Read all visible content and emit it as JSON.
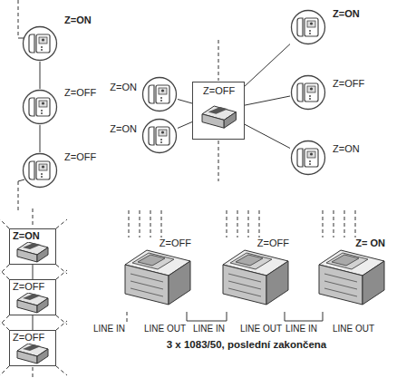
{
  "diagram": {
    "caption": "3 x 1083/50, poslední zakončena",
    "nodes": [
      {
        "text": [
          "Z=ON"
        ]
      },
      {
        "text": [
          "Z=OFF"
        ]
      },
      {
        "text": [
          "Z=OFF"
        ]
      },
      {
        "text": [
          "Z=ON"
        ]
      },
      {
        "text": [
          "Z=OFF"
        ]
      },
      {
        "text": [
          "Z=ON"
        ]
      },
      {
        "text": [
          "Z=ON"
        ]
      },
      {
        "text": [
          "Z=OFF"
        ]
      },
      {
        "text": [
          "Z=ON"
        ]
      },
      {
        "text": [
          "Z=ON"
        ]
      },
      {
        "text": [
          "Z=OFF"
        ]
      },
      {
        "text": [
          "Z=OFF"
        ]
      },
      {
        "text": [
          "Z=OFF"
        ]
      },
      {
        "text": [
          "Z=OFF"
        ]
      },
      {
        "text": [
          "Z= ON"
        ]
      }
    ],
    "edges": [
      {
        "from": 0,
        "to": 1,
        "arrow": "none"
      },
      {
        "from": 1,
        "to": 2,
        "arrow": "none"
      },
      {
        "from": 4,
        "to": 3,
        "arrow": "none"
      },
      {
        "from": 4,
        "to": 5,
        "arrow": "none"
      },
      {
        "from": 4,
        "to": 6,
        "arrow": "none"
      },
      {
        "from": 4,
        "to": 7,
        "arrow": "none"
      },
      {
        "from": 4,
        "to": 8,
        "arrow": "none"
      },
      {
        "from": 9,
        "to": 10,
        "arrow": "none"
      },
      {
        "from": 10,
        "to": 11,
        "arrow": "none"
      },
      {
        "from": 12,
        "to": 13,
        "arrow": "none"
      },
      {
        "from": 13,
        "to": 14,
        "arrow": "none"
      }
    ],
    "labels": [
      "LINE IN",
      "LINE OUT",
      "LINE IN",
      "LINE OUT",
      "LINE IN",
      "LINE OUT"
    ]
  }
}
